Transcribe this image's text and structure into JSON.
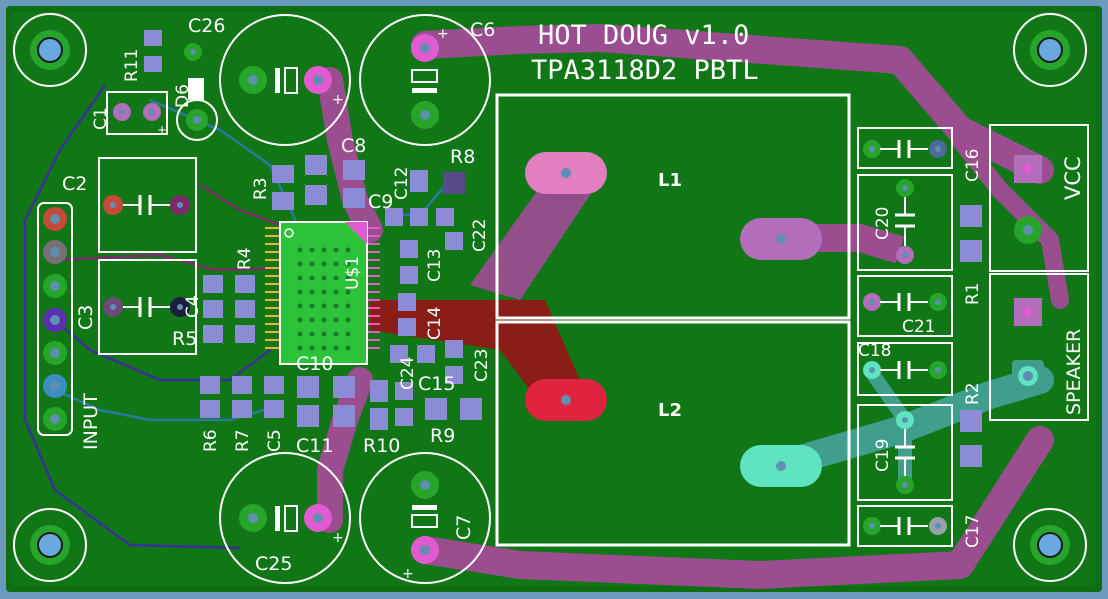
{
  "board": {
    "title_line1": "HOT DOUG v1.0",
    "title_line2": "TPA3118D2 PBTL",
    "ic_label": "U$1",
    "connectors": {
      "input": "INPUT",
      "vcc": "VCC",
      "speaker": "SPEAKER"
    },
    "inductors": {
      "l1": "L1",
      "l2": "L2"
    },
    "refdes": {
      "c1": "C1",
      "c2": "C2",
      "c3": "C3",
      "c4": "C4",
      "c5": "C5",
      "c6": "C6",
      "c7": "C7",
      "c8": "C8",
      "c9": "C9",
      "c10": "C10",
      "c11": "C11",
      "c12": "C12",
      "c13": "C13",
      "c14": "C14",
      "c15": "C15",
      "c16": "C16",
      "c17": "C17",
      "c18": "C18",
      "c19": "C19",
      "c20": "C20",
      "c21": "C21",
      "c22": "C22",
      "c23": "C23",
      "c24": "C24",
      "c25": "C25",
      "c26": "C26",
      "r1": "R1",
      "r2": "R2",
      "r3": "R3",
      "r4": "R4",
      "r5": "R5",
      "r6": "R6",
      "r7": "R7",
      "r8": "R8",
      "r9": "R9",
      "r10": "R10",
      "r11": "R11",
      "d6": "D6"
    },
    "polarity_mark": "+"
  },
  "colors": {
    "substrate": "#5f8fb0",
    "copper_pour": "#0f6e14",
    "trace_purple": "#9a4d8f",
    "pad_magenta": "#e25ad0",
    "pad_green": "#27a52b",
    "smd_pad": "#8c8cd6",
    "trace_red": "#8a1e16",
    "trace_cyan": "#5fd3b8",
    "silkscreen": "#ffffff"
  }
}
